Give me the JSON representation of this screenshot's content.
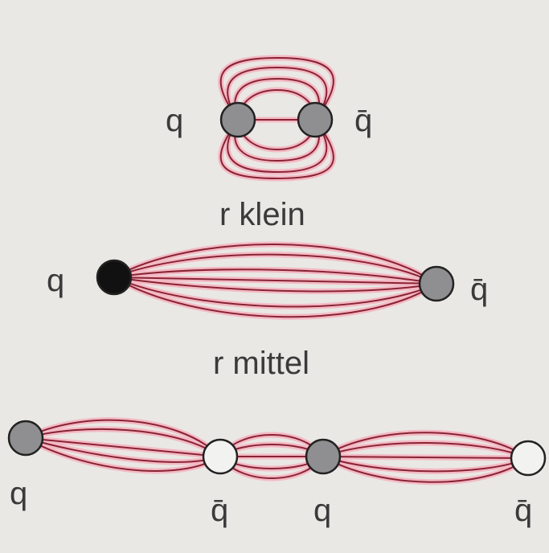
{
  "colors": {
    "background": "#e9e8e4",
    "field_line_outer": "#f3b9c4",
    "field_line_inner": "#8a2233",
    "quark_gray": "#8f8f91",
    "quark_black": "#111111",
    "quark_white": "#f2f2f0",
    "outline": "#222222"
  },
  "labels": {
    "quark": "q",
    "antiquark": "q̄"
  },
  "captions": {
    "small": "r klein",
    "medium": "r mittel"
  }
}
